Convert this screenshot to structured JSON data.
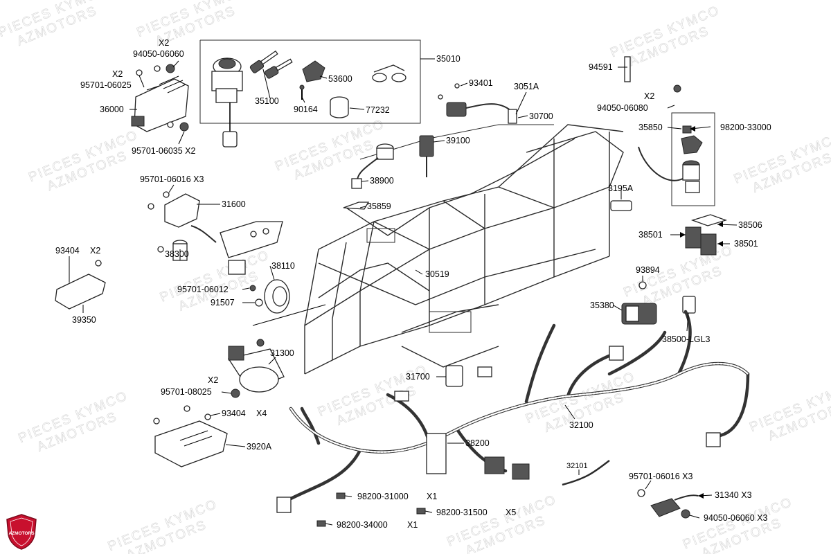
{
  "watermarks": [
    "PIECES KYMCO",
    "AZMOTORS"
  ],
  "logo": {
    "text": "AZMOTORS",
    "color": "#c8102e"
  },
  "labels": {
    "p35010": "35010",
    "p94050_06060": "94050-06060",
    "p94050_06060_qty": "X2",
    "p95701_06025_qty": "X2",
    "p95701_06025": "95701-06025",
    "p36000": "36000",
    "p95701_06035": "95701-06035 X2",
    "p35100": "35100",
    "p53600": "53600",
    "p90164": "90164",
    "p77232": "77232",
    "p93401": "93401",
    "p3051A": "3051A",
    "p30700": "30700",
    "p94591": "94591",
    "p94050_06080_qty": "X2",
    "p94050_06080": "94050-06080",
    "p35850": "35850",
    "p98200_33000": "98200-33000",
    "p39100": "39100",
    "p38900": "38900",
    "p95701_06016": "95701-06016 X3",
    "p31600": "31600",
    "p35859": "35859",
    "p3195A": "3195A",
    "p38506": "38506",
    "p38501a": "38501",
    "p38501b": "38501",
    "p93404": "93404",
    "p93404_qty": "X2",
    "p38300": "38300",
    "p38110": "38110",
    "p30519": "30519",
    "p93894": "93894",
    "p39350": "39350",
    "p95701_06012": "95701-06012",
    "p91507": "91507",
    "p35380": "35380",
    "p38500_LGL3": "38500-LGL3",
    "p31300": "31300",
    "p31700": "31700",
    "p95701_08025_qty": "X2",
    "p95701_08025": "95701-08025",
    "p93404b": "93404",
    "p93404b_qty": "X4",
    "p32100": "32100",
    "p38200": "38200",
    "p3920A": "3920A",
    "p32101": "32101",
    "p95701_06016b": "95701-06016 X3",
    "p31340": "31340 X3",
    "p98200_31000": "98200-31000",
    "p98200_31000_qty": "X1",
    "p98200_31500": "98200-31500",
    "p98200_31500_qty": "X5",
    "p98200_34000": "98200-34000",
    "p98200_34000_qty": "X1",
    "p94050_06060b": "94050-06060 X3"
  }
}
